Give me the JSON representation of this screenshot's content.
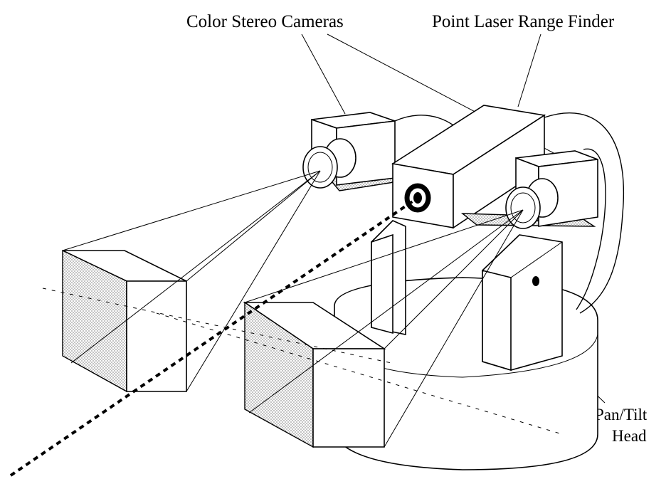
{
  "labels": {
    "cameras": "Color Stereo Cameras",
    "laser": "Point Laser Range Finder",
    "pantilt_line1": "Pan/Tilt",
    "pantilt_line2": "Head"
  },
  "colors": {
    "ink": "#000000",
    "paper": "#ffffff",
    "stipple": "#9a9a9a"
  }
}
